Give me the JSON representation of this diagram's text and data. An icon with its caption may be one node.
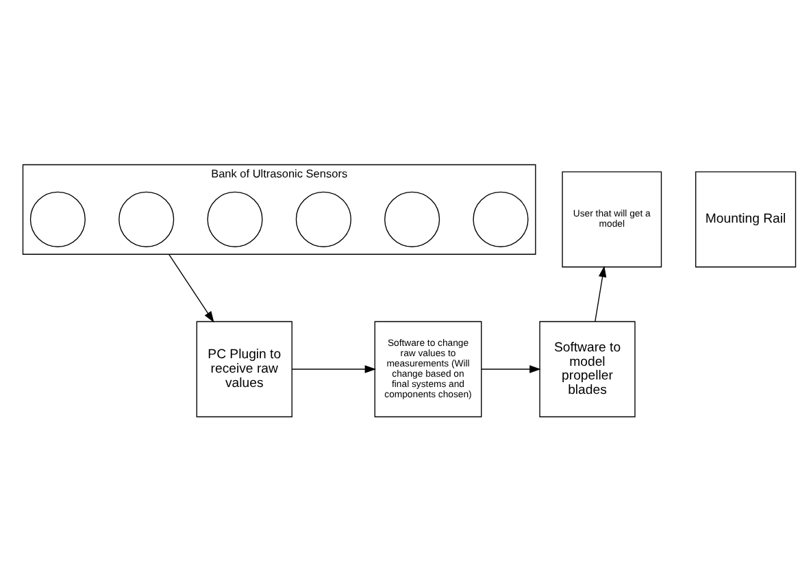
{
  "diagram": {
    "nodes": [
      {
        "text": [
          "Bank of Ultrasonic Sensors"
        ]
      },
      {
        "text": [],
        "shape": "circle",
        "in": 0
      },
      {
        "text": [],
        "shape": "circle",
        "in": 0
      },
      {
        "text": [],
        "shape": "circle",
        "in": 0
      },
      {
        "text": [],
        "shape": "circle",
        "in": 0
      },
      {
        "text": [],
        "shape": "circle",
        "in": 0
      },
      {
        "text": [],
        "shape": "circle",
        "in": 0
      },
      {
        "text": [
          "Mounting Rail"
        ]
      },
      {
        "text": [
          "User that will get a model"
        ]
      },
      {
        "text": [
          "PC Plugin to receive raw values"
        ]
      },
      {
        "text": [
          "Software to change raw values to measurements (Will change based on final systems and components chosen)"
        ]
      },
      {
        "text": [
          "Software to model propeller blades"
        ]
      }
    ],
    "edges": [
      {
        "from": 0,
        "to": 9,
        "arrow": "to"
      },
      {
        "from": 9,
        "to": 10,
        "arrow": "to"
      },
      {
        "from": 10,
        "to": 11,
        "arrow": "to"
      },
      {
        "from": 11,
        "to": 8,
        "arrow": "to"
      }
    ]
  }
}
